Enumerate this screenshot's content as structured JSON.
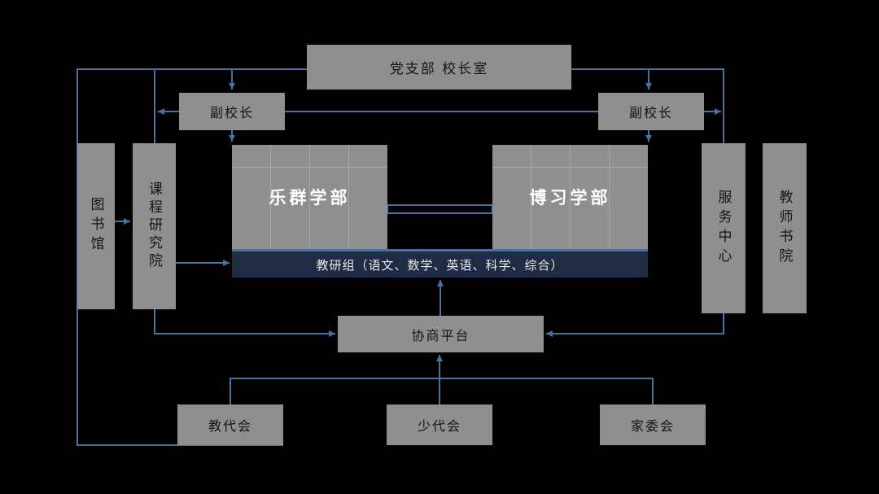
{
  "diagram": {
    "description": "school organization chart",
    "nodes": {
      "party_office": "党支部 校长室",
      "vice_principal_left": "副校长",
      "vice_principal_right": "副校长",
      "library": "图书馆",
      "curriculum_institute": "课程研究院",
      "division_lequn": "乐群学部",
      "division_boxi": "博习学部",
      "teaching_research_group": "教研组（语文、数学、英语、科学、综合）",
      "service_center": "服务中心",
      "teacher_academy": "教师书院",
      "consultation_platform": "协商平台",
      "teachers_congress": "教代会",
      "young_pioneers_congress": "少代会",
      "parents_committee": "家委会"
    },
    "edges": [
      {
        "from": "party_office",
        "to": "vice_principal_left"
      },
      {
        "from": "party_office",
        "to": "vice_principal_right"
      },
      {
        "from": "vice_principal_left",
        "to": "curriculum_institute"
      },
      {
        "from": "vice_principal_right",
        "to": "service_center"
      },
      {
        "from": "vice_principal_left",
        "to": "division_lequn"
      },
      {
        "from": "vice_principal_right",
        "to": "division_boxi"
      },
      {
        "from": "library",
        "to": "curriculum_institute"
      },
      {
        "from": "curriculum_institute",
        "to": "teaching_research_group"
      },
      {
        "from": "division_lequn",
        "to": "division_boxi",
        "style": "link"
      },
      {
        "from": "consultation_platform",
        "to": "teaching_research_group"
      },
      {
        "from": "curriculum_institute",
        "to": "consultation_platform"
      },
      {
        "from": "service_center",
        "to": "consultation_platform"
      },
      {
        "from": "teachers_congress",
        "to": "consultation_platform"
      },
      {
        "from": "young_pioneers_congress",
        "to": "consultation_platform"
      },
      {
        "from": "parents_committee",
        "to": "consultation_platform"
      }
    ],
    "colors": {
      "background": "#000000",
      "node_fill": "#8f8f8f",
      "node_text": "#141414",
      "division_text": "#ffffff",
      "trg_bar_fill": "#202c44",
      "trg_bar_text": "#e9e9e9",
      "connector": "#4a70a0"
    }
  }
}
